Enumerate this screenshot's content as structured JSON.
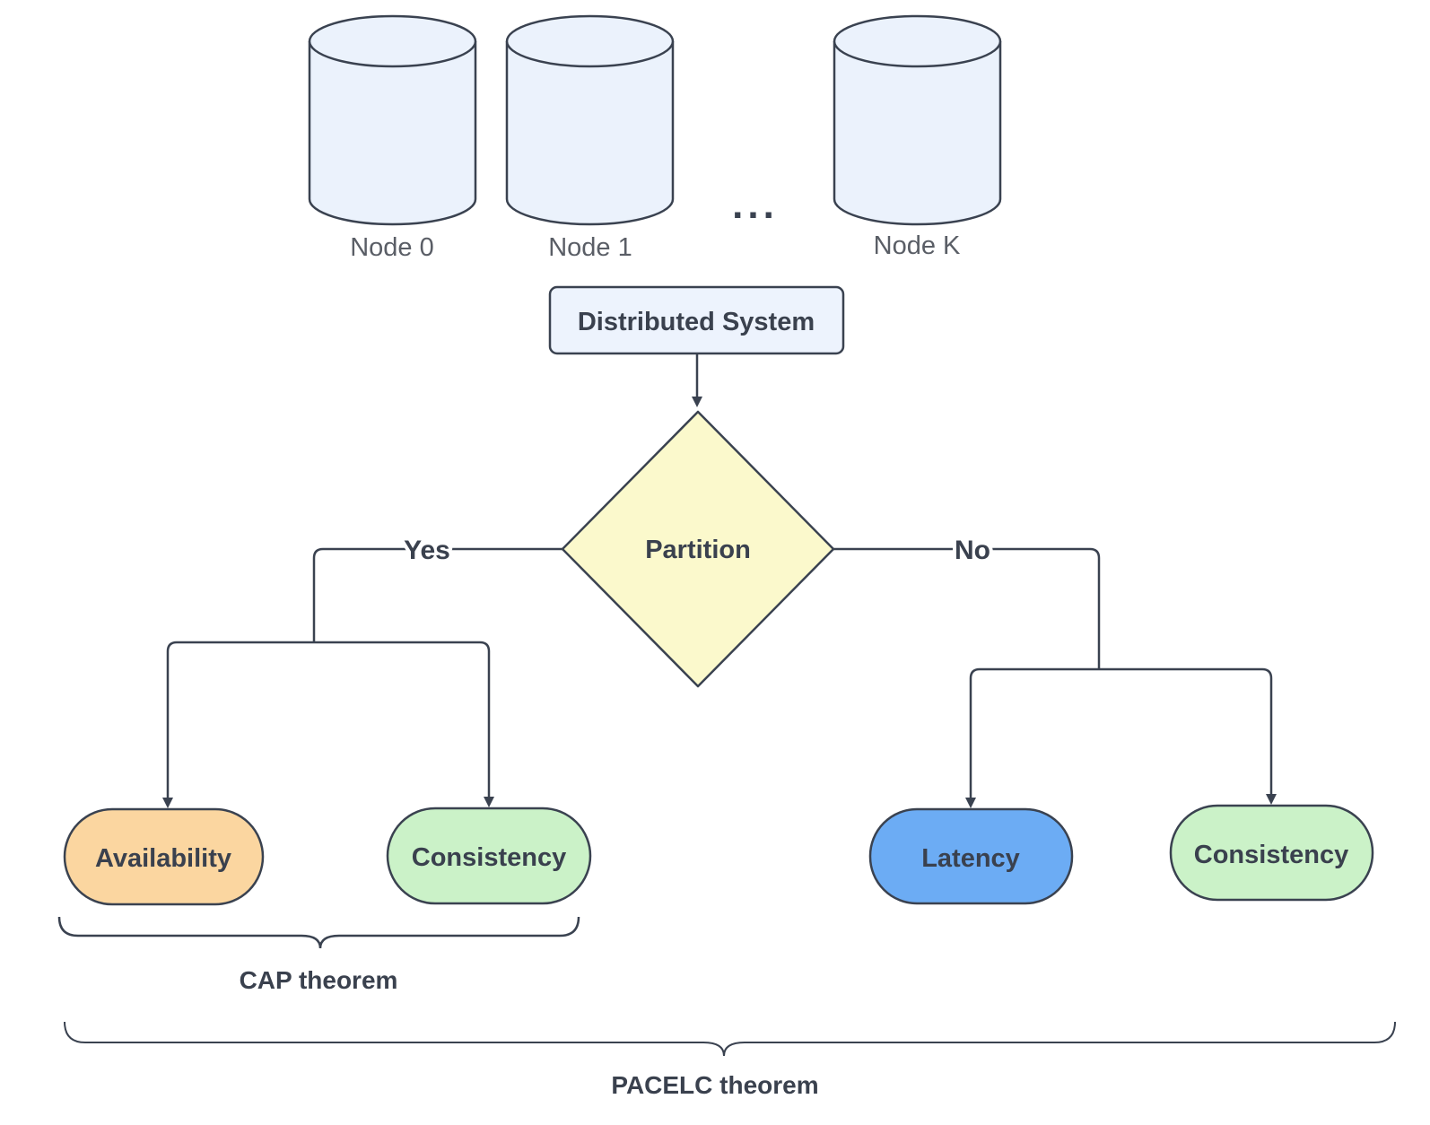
{
  "diagram": {
    "nodes": [
      {
        "label": "Node 0"
      },
      {
        "label": "Node 1"
      },
      {
        "label": "Node K"
      }
    ],
    "ellipsis": "...",
    "system_box": {
      "label": "Distributed System"
    },
    "decision": {
      "label": "Partition"
    },
    "branches": {
      "yes": "Yes",
      "no": "No"
    },
    "outcomes": {
      "availability": {
        "label": "Availability",
        "fill": "#FBD6A0"
      },
      "consistency_cap": {
        "label": "Consistency",
        "fill": "#CBF2C8"
      },
      "latency": {
        "label": "Latency",
        "fill": "#6CACF4"
      },
      "consistency_pacelc": {
        "label": "Consistency",
        "fill": "#CBF2C8"
      }
    },
    "braces": {
      "cap": "CAP theorem",
      "pacelc": "PACELC theorem"
    },
    "colors": {
      "stroke": "#3A4250",
      "dark_text": "#3A414E",
      "node_label_text": "#5A5E66",
      "cylinder_fill": "#EBF2FC",
      "system_box_fill": "#EDF3FD",
      "diamond_fill": "#FBF9CC"
    }
  }
}
